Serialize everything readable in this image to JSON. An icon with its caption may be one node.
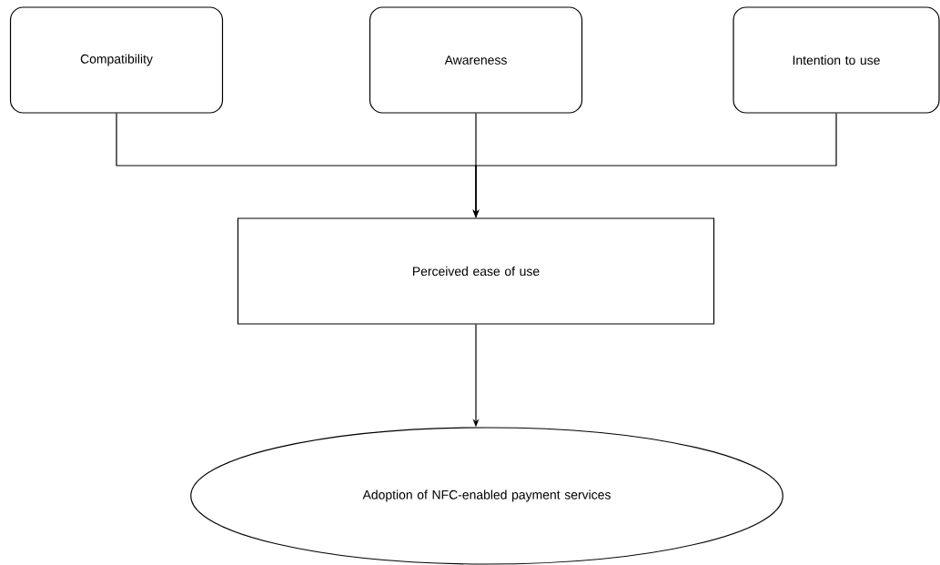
{
  "diagram": {
    "nodes": [
      {
        "text": [
          "Compatibility"
        ]
      },
      {
        "text": [
          "Awareness"
        ]
      },
      {
        "text": [
          "Intention to use"
        ]
      },
      {
        "text": [
          "Perceived ease of use"
        ]
      },
      {
        "text": [
          "Adoption of NFC-enabled payment services"
        ]
      }
    ],
    "edges": [
      {
        "from": 0,
        "to": 3,
        "arrow": "to"
      },
      {
        "from": 1,
        "to": 3,
        "arrow": "to"
      },
      {
        "from": 2,
        "to": 3,
        "arrow": "to"
      },
      {
        "from": 3,
        "to": 4,
        "arrow": "to"
      }
    ]
  }
}
